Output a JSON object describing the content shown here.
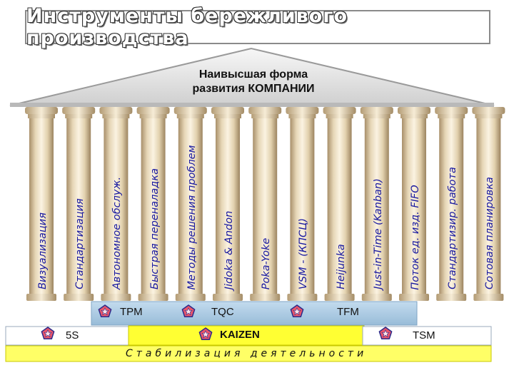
{
  "title": "Инструменты бережливого производства",
  "roof": {
    "line1": "Наивысшая форма",
    "line2": "развития КОМПАНИИ"
  },
  "pillars": [
    "Визуализация",
    "Стандартизация",
    "Автономное обслуж.",
    "Быстрая переналадка",
    "Методы решения проблем",
    "Jidoka & Andon",
    "Poka-Yoke",
    "VSM - (КПСЦ)",
    "Heijunka",
    "Just-in-Time (Kanban)",
    "Поток ед. изд. FIFO",
    "Стандартизир. работа",
    "Сотовая планировка"
  ],
  "tiers": {
    "upper": {
      "tpm": "TPM",
      "tqc": "TQC",
      "tfm": "TFM"
    },
    "middle": {
      "five_s": "5S",
      "kaizen": "KAIZEN",
      "tsm": "TSM"
    },
    "base": "Стабилизация деятельности"
  },
  "colors": {
    "pillar_label": "#1a1aa0",
    "upper_band": "#a9c9e2",
    "kaizen_band": "#ffff33",
    "base_band": "#ffff66",
    "pentagon_fill": "#e8556a",
    "pentagon_stroke": "#2a2a8a"
  },
  "icons": {
    "tier_marker": "pentagon-star-icon"
  }
}
